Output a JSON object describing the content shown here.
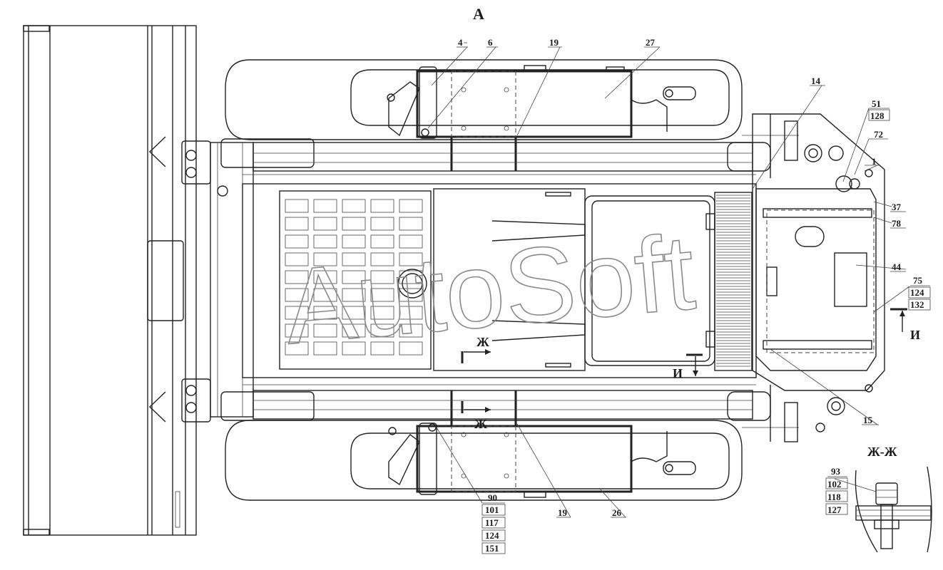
{
  "view_label": "А",
  "section_zh_title": "Ж-Ж",
  "watermark": "AutoSoft",
  "section_marks": {
    "zh": "Ж",
    "i": "И"
  },
  "callouts": {
    "c4": "4",
    "c6": "6",
    "c19a": "19",
    "c27": "27",
    "c14": "14",
    "c51": "51",
    "c128": "128",
    "c72": "72",
    "c1": "1",
    "c37": "37",
    "c78": "78",
    "c44": "44",
    "c75": "75",
    "c124a": "124",
    "c132": "132",
    "c15": "15",
    "c19b": "19",
    "c26": "26",
    "c90": "90",
    "c101": "101",
    "c117": "117",
    "c124b": "124",
    "c151": "151",
    "c93": "93",
    "c102": "102",
    "c118": "118",
    "c127": "127"
  }
}
